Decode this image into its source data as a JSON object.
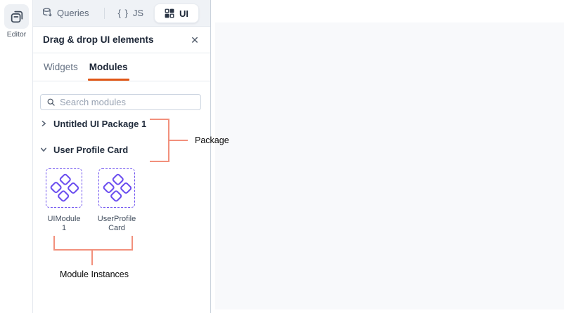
{
  "sidebar": {
    "editor_label": "Editor"
  },
  "segbar": {
    "queries_label": "Queries",
    "js_braces": "{ }",
    "js_label": "JS",
    "ui_label": "UI"
  },
  "panel": {
    "title": "Drag & drop UI elements",
    "close_glyph": "✕",
    "tabs": [
      {
        "label": "Widgets",
        "active": false
      },
      {
        "label": "Modules",
        "active": true
      }
    ],
    "search_placeholder": "Search modules",
    "tree": [
      {
        "label": "Untitled UI Package 1",
        "expanded": false
      },
      {
        "label": "User Profile Card",
        "expanded": true
      }
    ],
    "modules": [
      {
        "label": "UIModule 1"
      },
      {
        "label": "UserProfileCard"
      }
    ]
  },
  "annotations": {
    "package": "Package",
    "instances": "Module Instances",
    "line_color": "#F2907C"
  },
  "colors": {
    "accent_orange": "#E15615",
    "module_purple": "#6B4EEF",
    "canvas_bg": "#F8F9FB",
    "segbar_bg": "#EFF2F6"
  }
}
